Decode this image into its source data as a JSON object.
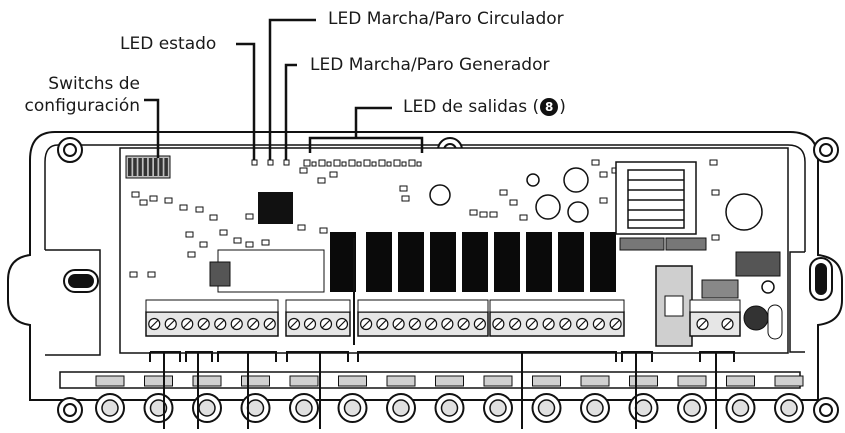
{
  "callouts": {
    "led_status": "LED estado",
    "led_circulator": "LED Marcha/Paro Circulador",
    "led_generator": "LED Marcha/Paro Generador",
    "switches_line1": "Switchs de",
    "switches_line2": "configuración",
    "outputs_prefix": "LED de salidas (",
    "outputs_badge": "8",
    "outputs_suffix": ")"
  },
  "colors": {
    "line": "#111111",
    "board_fill": "#ffffff",
    "housing_fill": "#ffffff",
    "relay_black": "#0a0a0a",
    "terminal_gray": "#d9d9d9",
    "dark_gray": "#5a5a5a"
  }
}
